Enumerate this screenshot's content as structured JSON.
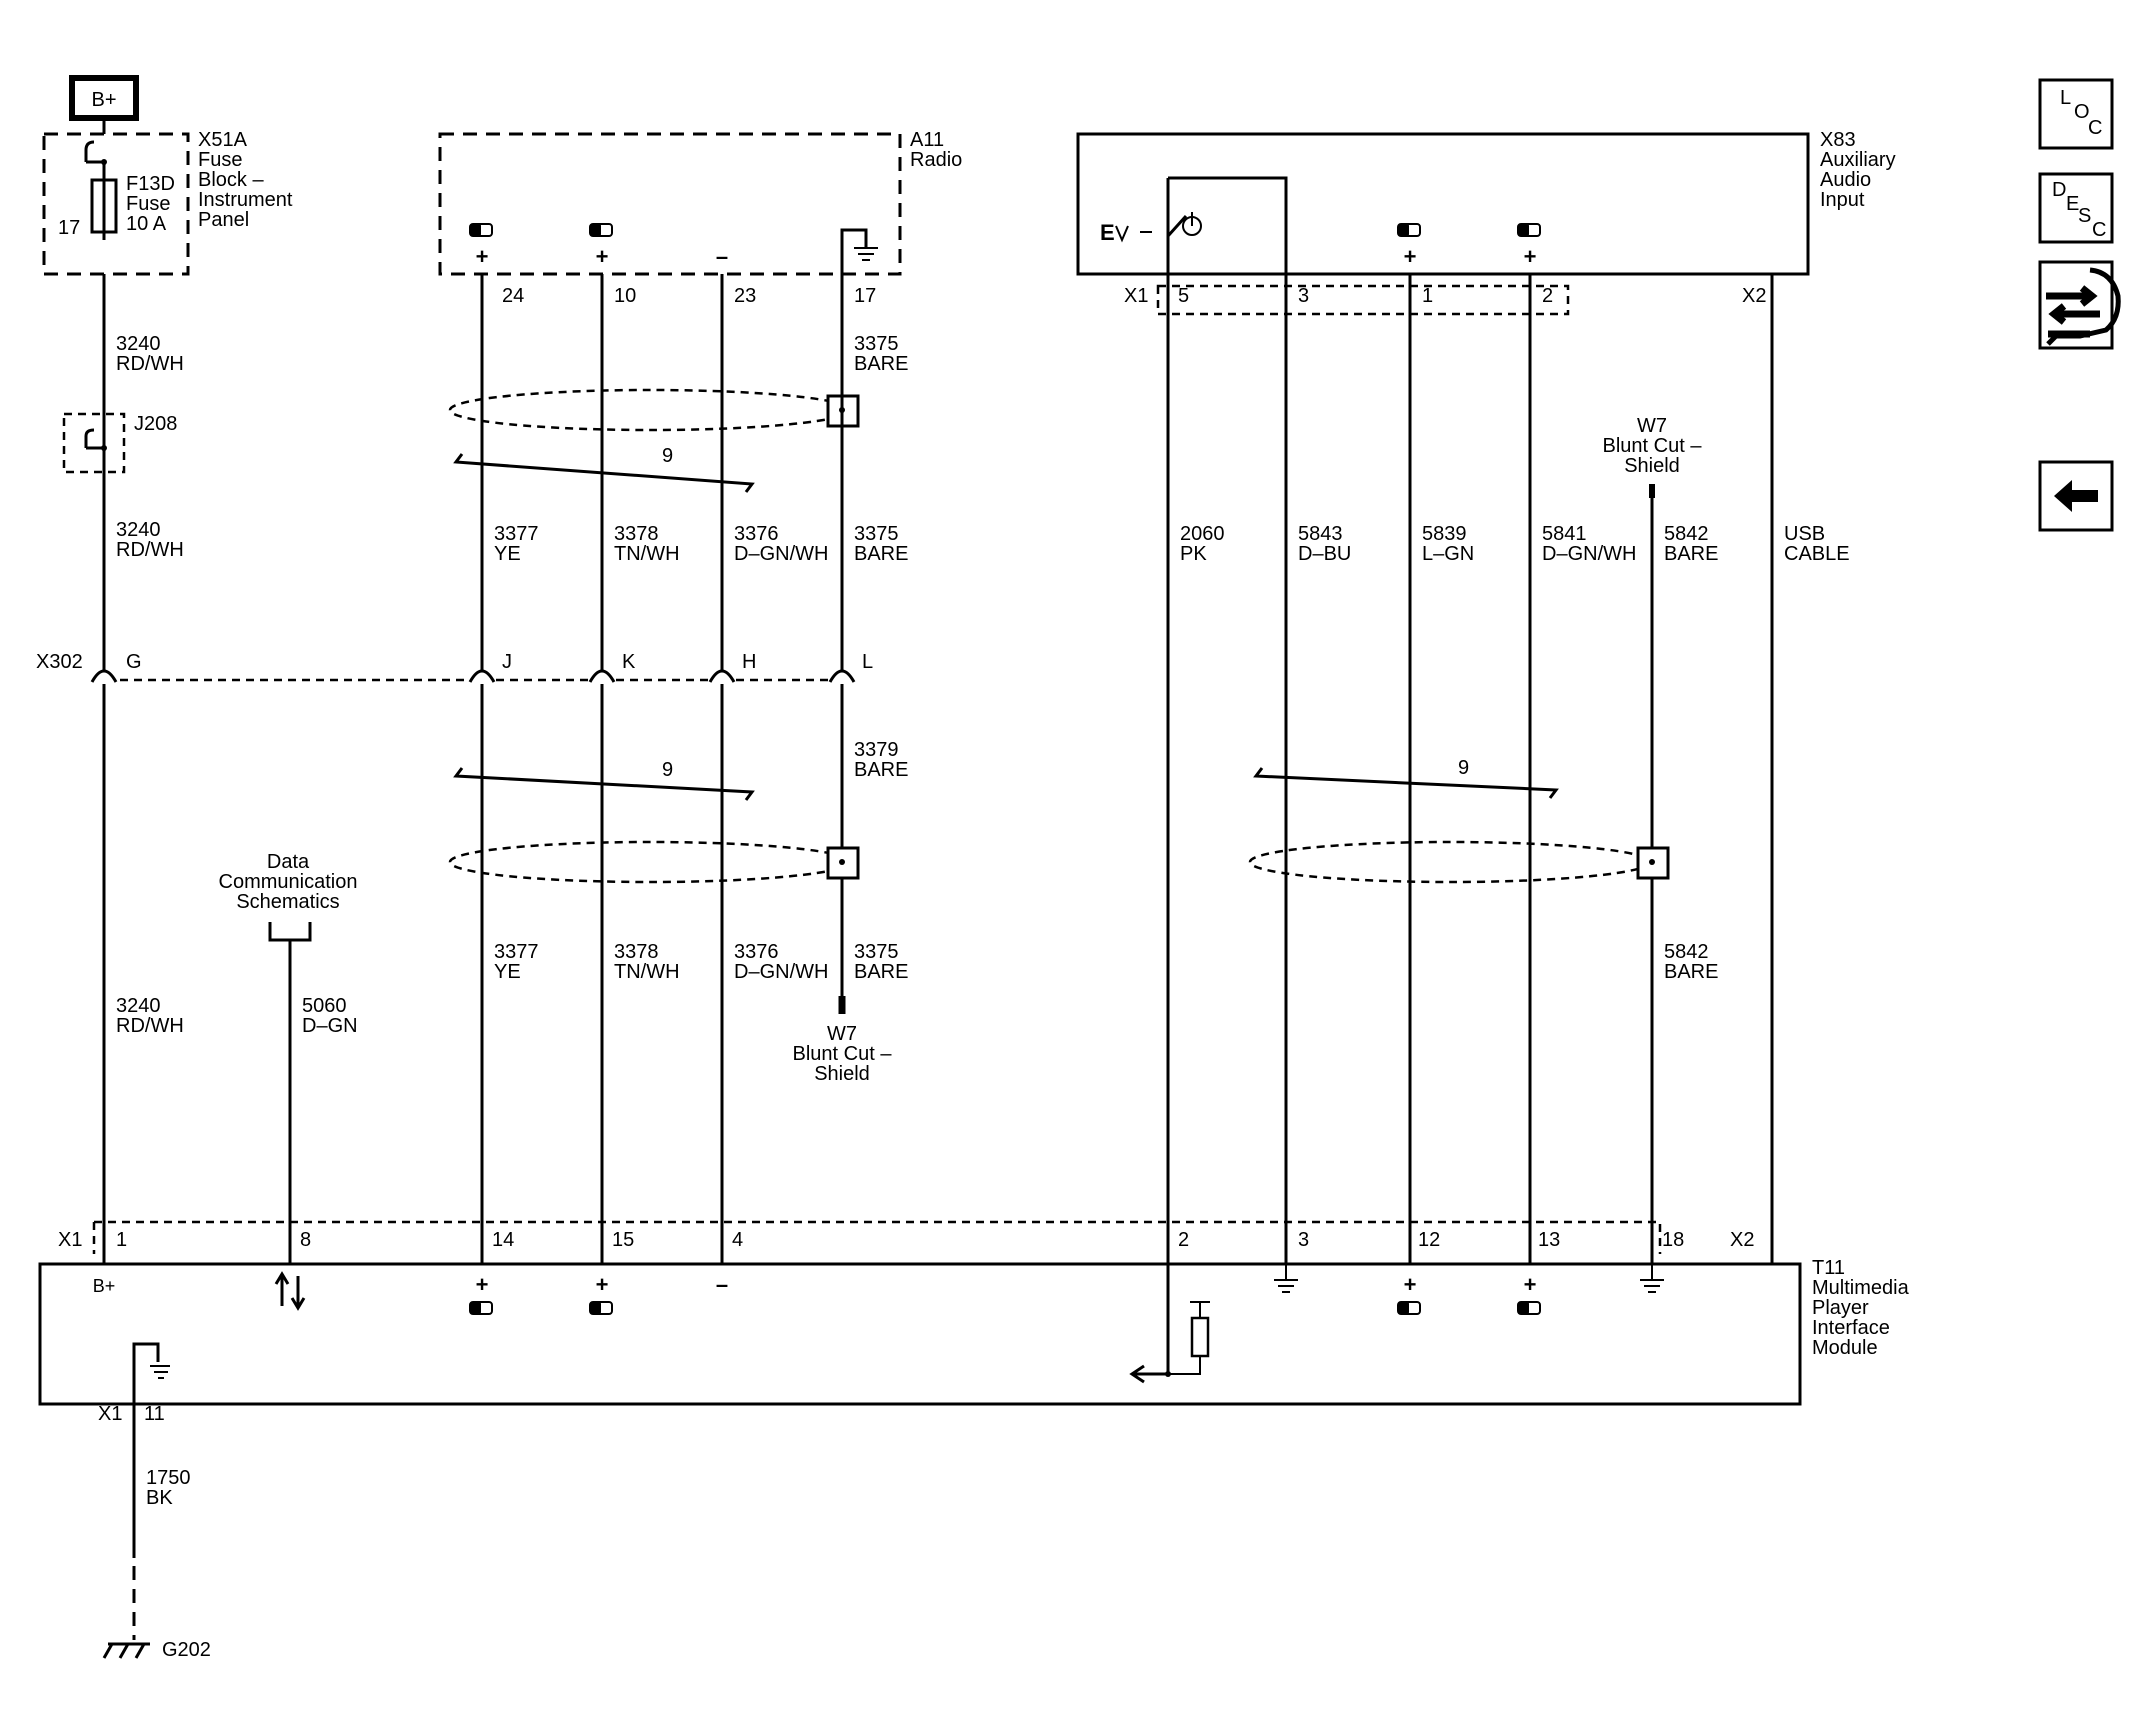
{
  "modules": {
    "x51a": {
      "label": "X51A\nFuse\nBlock –\nInstrument\nPanel",
      "fuse": "F13D\nFuse\n10 A",
      "pin": "17"
    },
    "battery": "B+",
    "a11": {
      "label": "A11\nRadio"
    },
    "x83": {
      "label": "X83\nAuxiliary\nAudio\nInput",
      "conn_x1": "X1",
      "conn_x2": "X2"
    },
    "t11": {
      "label": "T11\nMultimedia\nPlayer\nInterface\nModule",
      "conn_x1": "X1",
      "conn_x2": "X2"
    }
  },
  "splice_j208": "J208",
  "connector_x302": "X302",
  "data_comm": "Data\nCommunication\nSchematics",
  "shield_top": "W7\nBlunt Cut –\nShield",
  "shield_bottom": "W7\nBlunt Cut –\nShield",
  "ground_g202": "G202",
  "twist_count": "9",
  "usb_cable": "USB\nCABLE",
  "a11_pins": [
    "24",
    "10",
    "23",
    "17"
  ],
  "x83_pins": [
    "5",
    "3",
    "1",
    "2"
  ],
  "x302_pins": [
    "G",
    "J",
    "K",
    "H",
    "L"
  ],
  "t11_pins": [
    "1",
    "8",
    "14",
    "15",
    "4",
    "2",
    "3",
    "12",
    "13",
    "18"
  ],
  "t11_ground_pin": "11",
  "t11_conn_ground": "X1",
  "circuits": {
    "w3240_a": "3240\nRD/WH",
    "w3240_b": "3240\nRD/WH",
    "w3240_c": "3240\nRD/WH",
    "w3375_a": "3375\nBARE",
    "w3377_a": "3377\nYE",
    "w3378_a": "3378\nTN/WH",
    "w3376_a": "3376\nD–GN/WH",
    "w3375_b": "3375\nBARE",
    "w3379": "3379\nBARE",
    "w3377_b": "3377\nYE",
    "w3378_b": "3378\nTN/WH",
    "w3376_b": "3376\nD–GN/WH",
    "w3375_c": "3375\nBARE",
    "w5060": "5060\nD–GN",
    "w2060": "2060\nPK",
    "w5843": "5843\nD–BU",
    "w5839": "5839\nL–GN",
    "w5841": "5841\nD–GN/WH",
    "w5842_a": "5842\nBARE",
    "w5842_b": "5842\nBARE",
    "w1750": "1750\nBK"
  },
  "symbols": {
    "plus": "+",
    "minus": "–",
    "t11_bplus": "B+",
    "ev": "E"
  },
  "nav": {
    "loc": {
      "l1": "L",
      "l2": "O",
      "l3": "C",
      "icon": "loc-icon"
    },
    "desc": {
      "l1": "D",
      "l2": "E",
      "l3": "S",
      "l4": "C",
      "icon": "desc-icon"
    },
    "connector_icon": "hand-connector-icon",
    "back_icon": "back-arrow-icon"
  }
}
